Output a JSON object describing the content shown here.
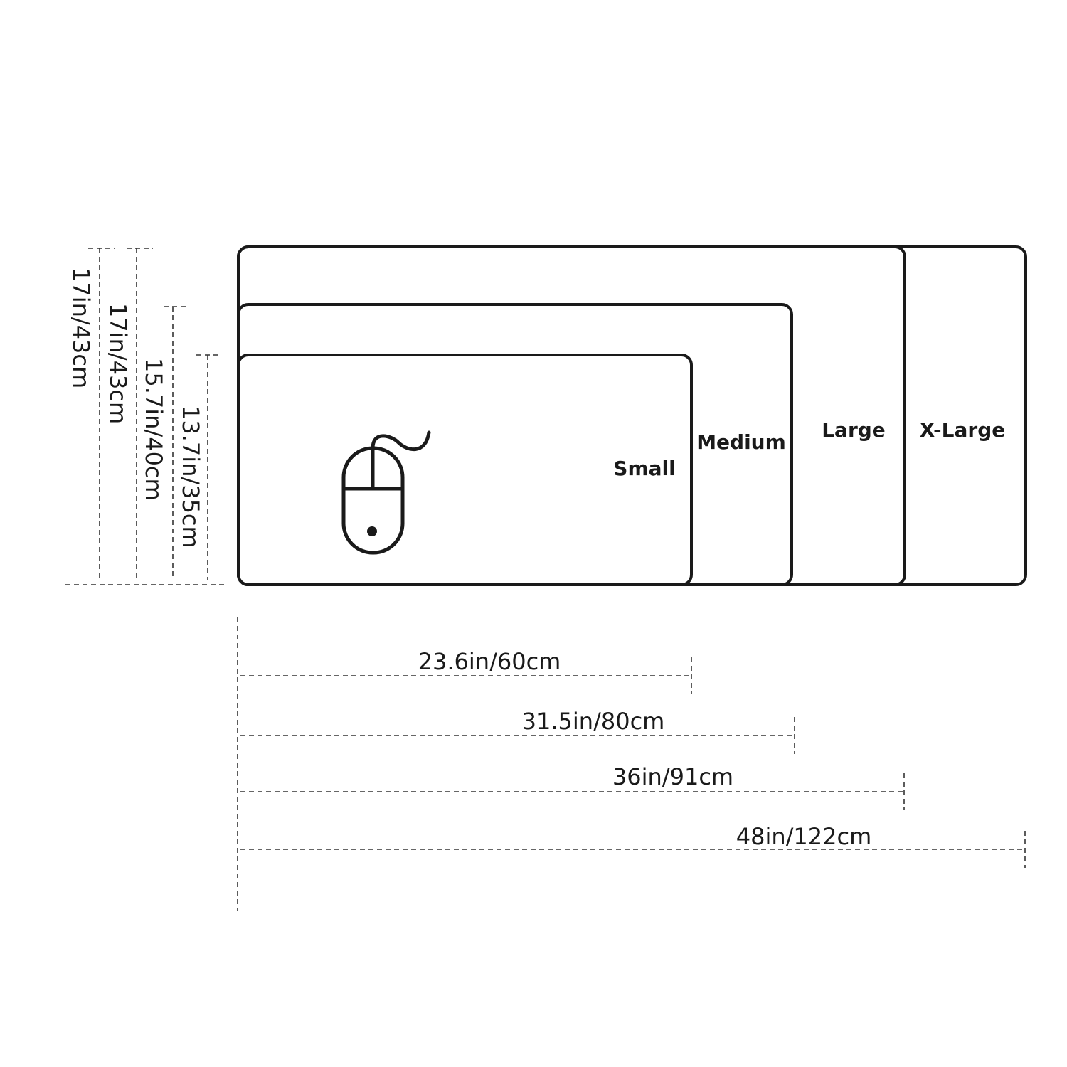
{
  "sizes": [
    {
      "name": "Small",
      "width": "23.6in/60cm",
      "height": "13.7in/35cm"
    },
    {
      "name": "Medium",
      "width": "31.5in/80cm",
      "height": "15.7in/40cm"
    },
    {
      "name": "Large",
      "width": "36in/91cm",
      "height": "17in/43cm"
    },
    {
      "name": "X-Large",
      "width": "48in/122cm",
      "height": "17in/43cm"
    }
  ],
  "icons": {
    "mouse": "mouse-icon"
  },
  "colors": {
    "line": "#1a1a1a",
    "background": "#ffffff"
  }
}
